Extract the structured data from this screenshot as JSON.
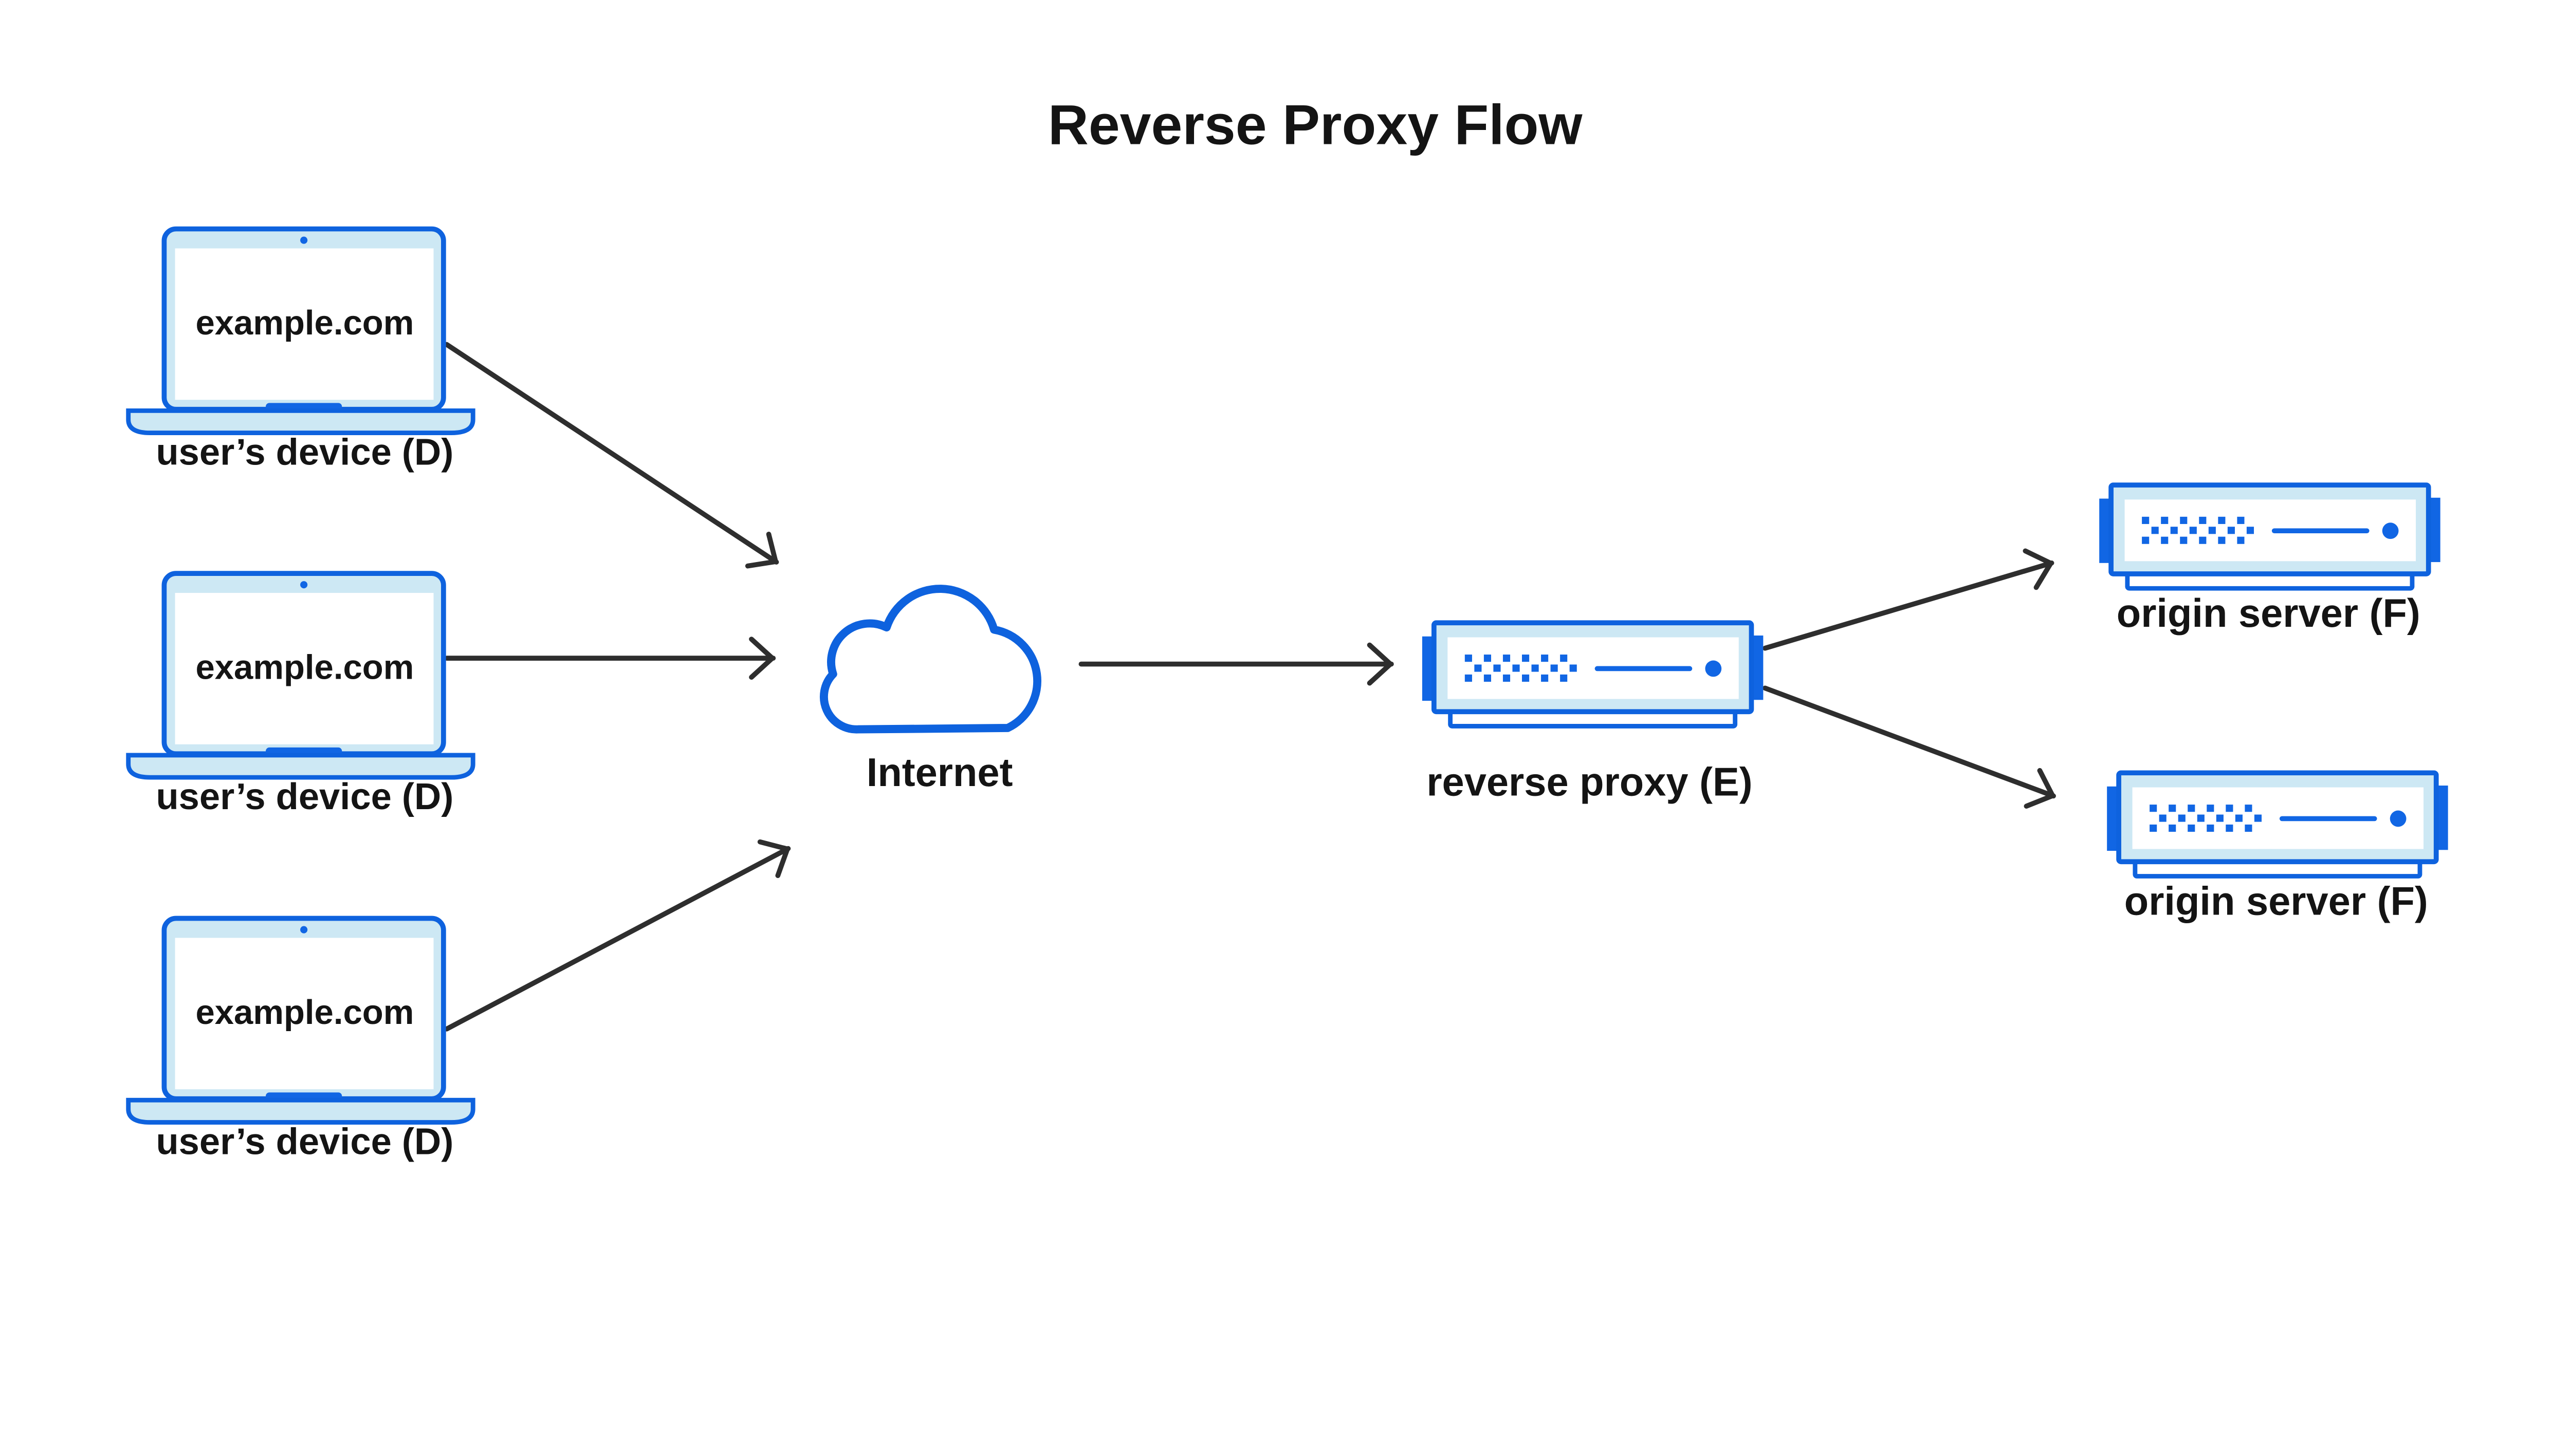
{
  "title": "Reverse Proxy Flow",
  "devices": [
    {
      "screen_text": "example.com",
      "label": "user’s device (D)"
    },
    {
      "screen_text": "example.com",
      "label": "user’s device (D)"
    },
    {
      "screen_text": "example.com",
      "label": "user’s device (D)"
    }
  ],
  "internet": {
    "label": "Internet"
  },
  "reverse_proxy": {
    "label": "reverse proxy (E)"
  },
  "origin_servers": [
    {
      "label": "origin server (F)"
    },
    {
      "label": "origin server (F)"
    }
  ],
  "flows": [
    {
      "from": "user-device-1",
      "to": "internet"
    },
    {
      "from": "user-device-2",
      "to": "internet"
    },
    {
      "from": "user-device-3",
      "to": "internet"
    },
    {
      "from": "internet",
      "to": "reverse-proxy"
    },
    {
      "from": "reverse-proxy",
      "to": "origin-server-1"
    },
    {
      "from": "reverse-proxy",
      "to": "origin-server-2"
    }
  ],
  "colors": {
    "blue": "#0e62de",
    "bluefill": "#1166e4",
    "lightblue": "#cde8f4",
    "ink": "#141414",
    "arrow": "#2e2e2e",
    "bg": "#ffffff"
  }
}
